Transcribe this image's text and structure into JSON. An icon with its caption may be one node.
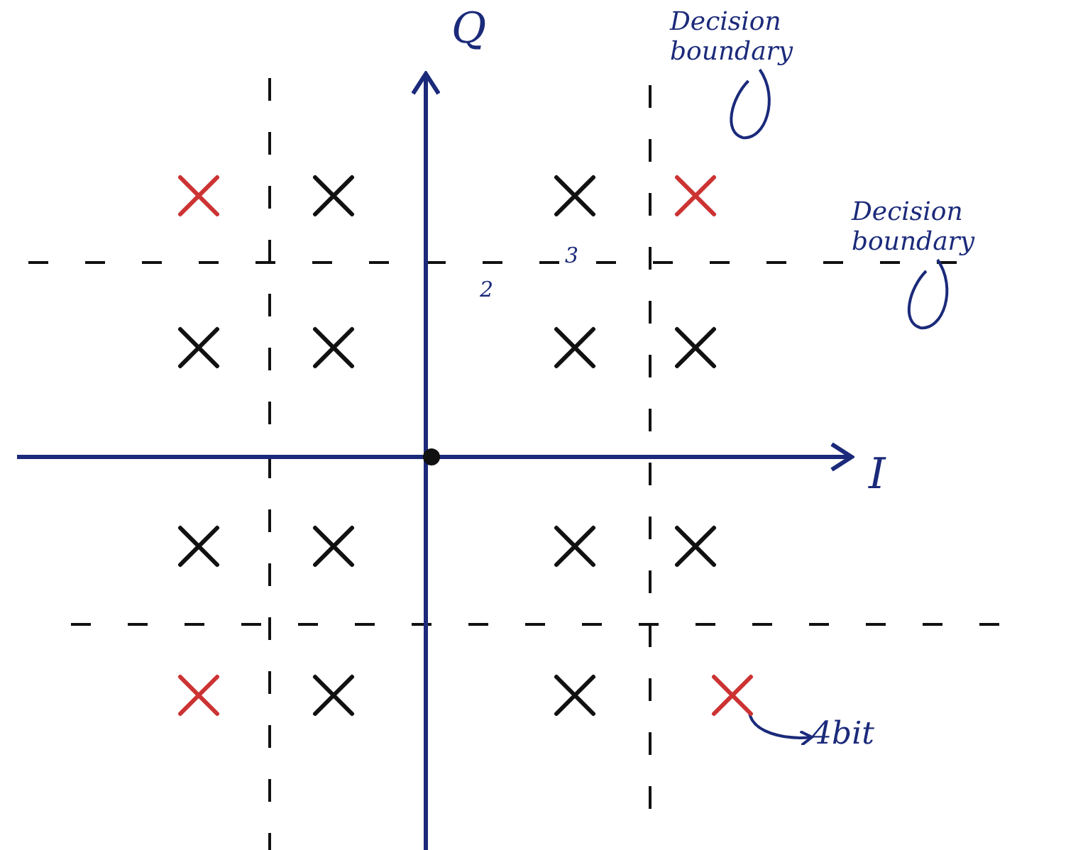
{
  "diagram": {
    "nodes": [
      {
        "text": [
          "Decision boundary"
        ]
      },
      {
        "text": [
          "Decision boundary"
        ]
      },
      {
        "text": [
          "4bit"
        ]
      },
      {
        "text": [],
        "shape": "cross"
      }
    ],
    "edges": [
      {
        "from": 0,
        "to": null,
        "arrow": "none"
      },
      {
        "from": 1,
        "to": null,
        "arrow": "none"
      },
      {
        "from": 3,
        "to": 2,
        "arrow": "to"
      }
    ],
    "labels": [
      "Q",
      "2",
      "3",
      "I"
    ]
  }
}
